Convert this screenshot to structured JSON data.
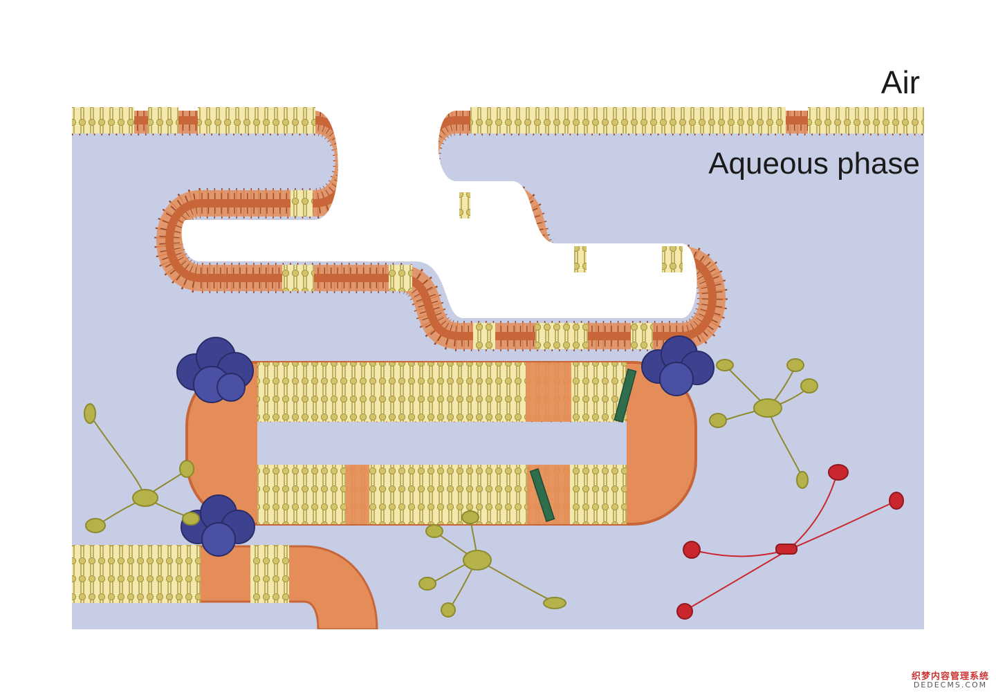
{
  "labels": {
    "air": "Air",
    "aqueous_phase": "Aqueous phase"
  },
  "watermark": {
    "line1": "织梦内容管理系统",
    "line2": "DEDECMS.COM"
  },
  "colors": {
    "aqueous": "#c8cde6",
    "lipid_ordered_tail": "#f4e9ad",
    "lipid_ordered_head": "#d3c36a",
    "lipid_fluid_fill": "#e58d58",
    "lipid_fluid_head": "#c8663a",
    "lipid_fluid_tail": "#9c4a25",
    "protein_blue": "#3b3f8f",
    "peptide_green": "#2f6e4c",
    "surfactant_protein_olive": "#b6b24a",
    "collectin_red": "#c9262d"
  },
  "icons": {
    "aggregate_protein": "blue-protein-cluster-icon",
    "transmembrane_peptide": "green-peptide-icon",
    "surfactant_protein_a": "olive-collectin-icon",
    "surfactant_protein_d": "red-collectin-icon"
  }
}
